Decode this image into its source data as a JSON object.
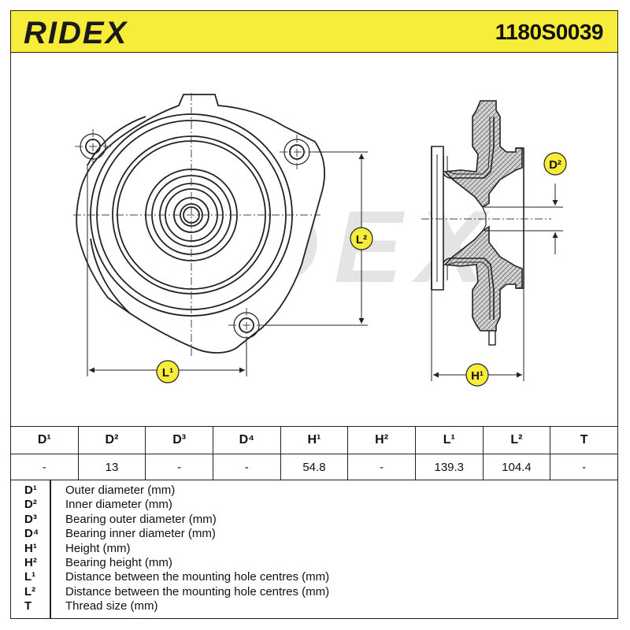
{
  "header": {
    "brand": "RIDEX",
    "part_number": "1180S0039",
    "brand_color": "#1a1a1a",
    "header_color": "#f7ec3a"
  },
  "diagram": {
    "watermark": "RIDEX",
    "labels": {
      "l1": "L¹",
      "l2": "L²",
      "h1": "H¹",
      "d2": "D²"
    },
    "label_badge_color": "#f7ec3a"
  },
  "table": {
    "headers": [
      "D¹",
      "D²",
      "D³",
      "D⁴",
      "H¹",
      "H²",
      "L¹",
      "L²",
      "T"
    ],
    "values": [
      "-",
      "13",
      "-",
      "-",
      "54.8",
      "-",
      "139.3",
      "104.4",
      "-"
    ]
  },
  "legend": [
    {
      "key": "D¹",
      "desc": "Outer diameter (mm)"
    },
    {
      "key": "D²",
      "desc": "Inner diameter (mm)"
    },
    {
      "key": "D³",
      "desc": "Bearing outer diameter (mm)"
    },
    {
      "key": "D⁴",
      "desc": "Bearing inner diameter (mm)"
    },
    {
      "key": "H¹",
      "desc": "Height (mm)"
    },
    {
      "key": "H²",
      "desc": "Bearing height (mm)"
    },
    {
      "key": "L¹",
      "desc": "Distance between the mounting hole centres (mm)"
    },
    {
      "key": "L²",
      "desc": "Distance between the mounting hole centres (mm)"
    },
    {
      "key": "T",
      "desc": "Thread size (mm)"
    }
  ]
}
